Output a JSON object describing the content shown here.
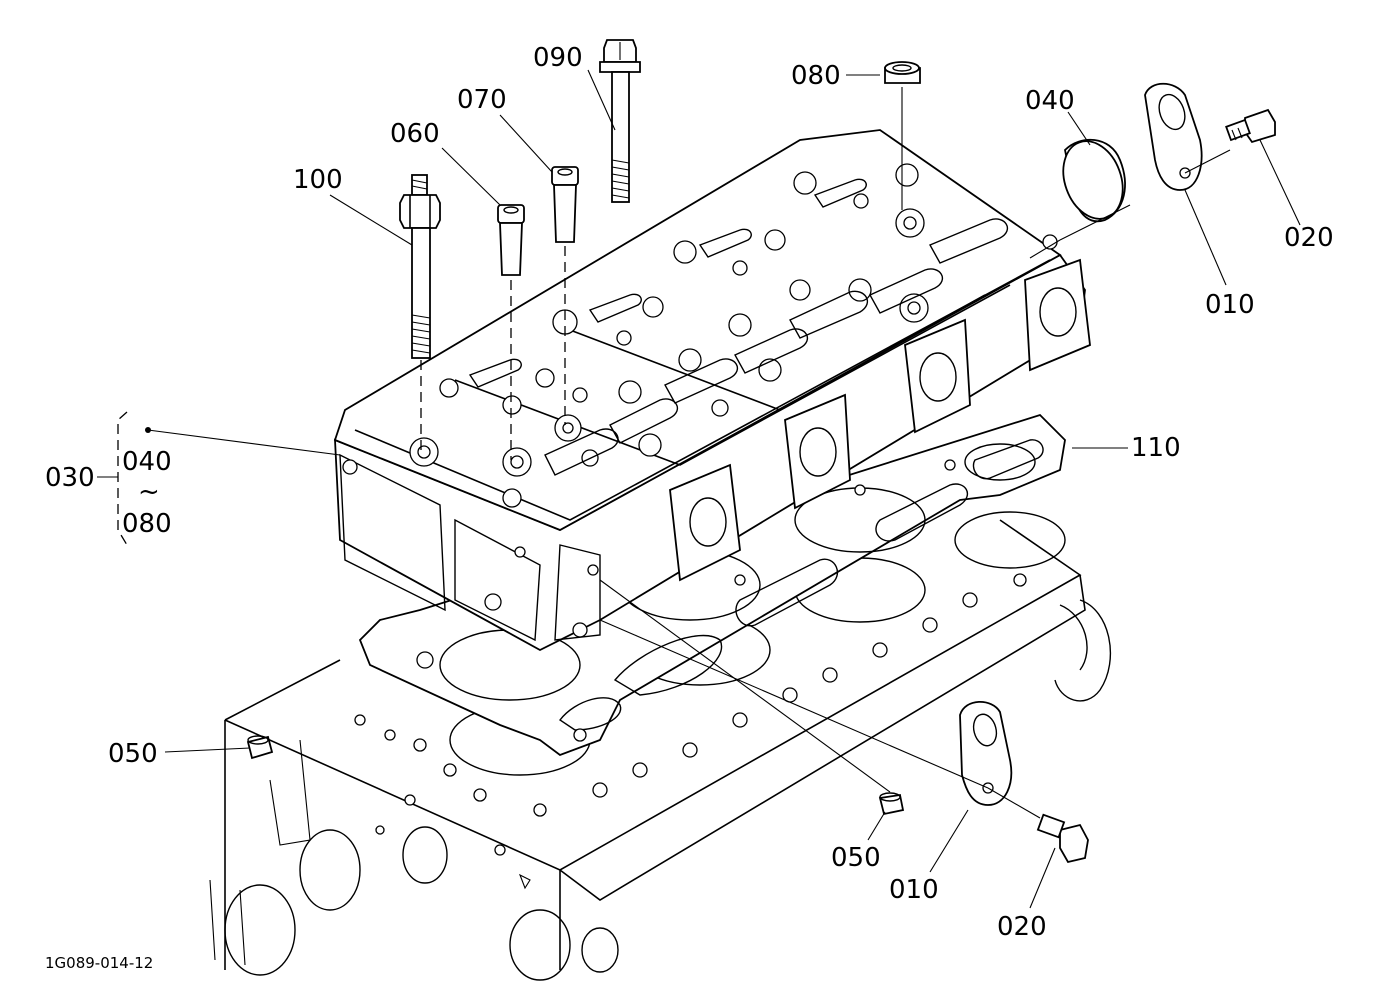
{
  "labels": {
    "c090": "090",
    "c080": "080",
    "c070": "070",
    "c060": "060",
    "c100": "100",
    "c040_top": "040",
    "c020_top": "020",
    "c010_top": "010",
    "c110": "110",
    "c030": "030",
    "c030_from": "040",
    "c030_tilde": "~",
    "c030_to": "080",
    "c050_left": "050",
    "c050_bottom": "050",
    "c010_bottom": "010",
    "c020_bottom": "020"
  },
  "drawing_code": "1G089-014-12"
}
